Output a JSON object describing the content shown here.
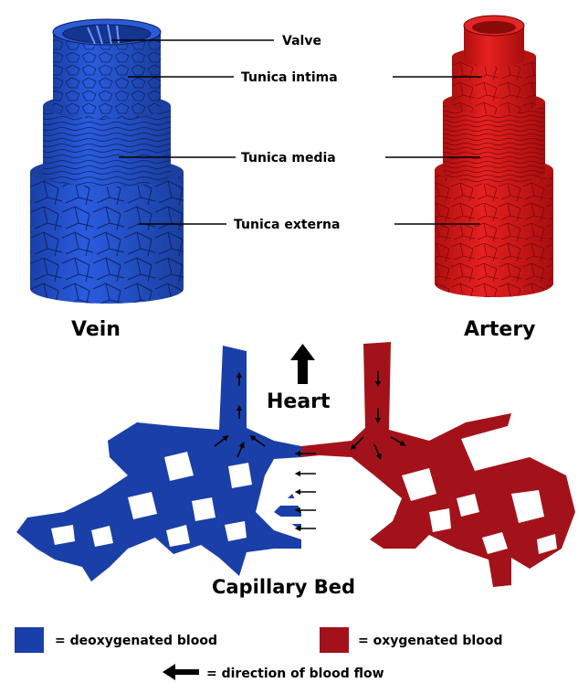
{
  "labels": {
    "valve": "Valve",
    "tunica_intima": "Tunica intima",
    "tunica_media": "Tunica media",
    "tunica_externa": "Tunica externa",
    "vein": "Vein",
    "artery": "Artery",
    "heart": "Heart",
    "capillary_bed": "Capillary Bed"
  },
  "legend": {
    "deoxygenated": "= deoxygenated blood",
    "oxygenated": "= oxygenated blood",
    "direction": "= direction of blood flow"
  },
  "colors": {
    "vein_blue": "#1f4fc8",
    "vein_blue_dark": "#173d9e",
    "artery_red": "#d81a1a",
    "artery_red_dark": "#a31010",
    "capillary_red": "#a3121a",
    "capillary_blue": "#1a3fa8"
  }
}
